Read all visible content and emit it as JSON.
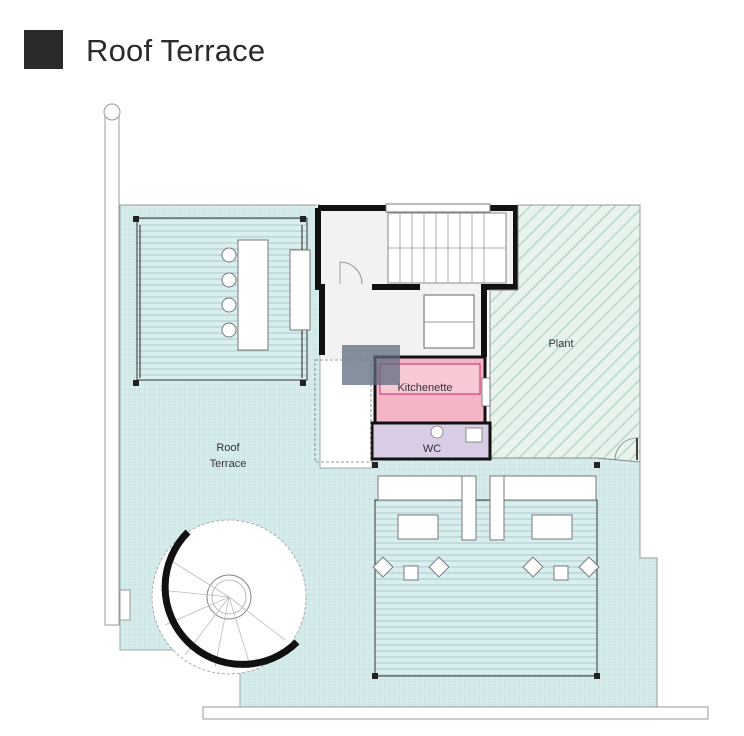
{
  "header": {
    "title": "Roof Terrace",
    "legend_color": "#2a2a2c"
  },
  "plan": {
    "rooms": {
      "roof_terrace_line1": "Roof",
      "roof_terrace_line2": "Terrace",
      "plant": "Plant",
      "kitchenette": "Kitchenette",
      "wc": "WC"
    },
    "colors": {
      "terrace": "#d6ecec",
      "kitchenette": "#f4b5c6",
      "wc": "#d8cde5",
      "plant_hatch": "#b8d9c5",
      "wall": "#111111",
      "interior": "#f2f2f2"
    }
  }
}
